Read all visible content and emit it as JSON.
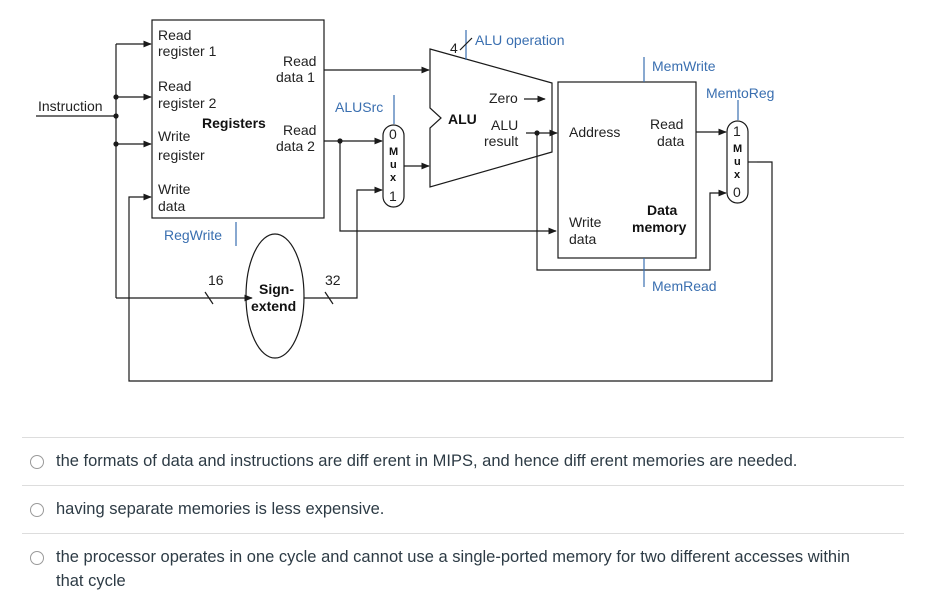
{
  "diagram": {
    "instruction": "Instruction",
    "read_register_1_a": "Read",
    "read_register_1_b": "register 1",
    "read_register_2_a": "Read",
    "read_register_2_b": "register 2",
    "write_register_a": "Write",
    "write_register_b": "register",
    "write_data_a": "Write",
    "write_data_b": "data",
    "registers": "Registers",
    "read_data_1_a": "Read",
    "read_data_1_b": "data 1",
    "read_data_2_a": "Read",
    "read_data_2_b": "data 2",
    "regwrite": "RegWrite",
    "sign_extend_a": "Sign-",
    "sign_extend_b": "extend",
    "width_in": "16",
    "width_out": "32",
    "alusrc": "ALUSrc",
    "mux_top": "0",
    "mux_bottom": "1",
    "mux_letters": [
      "M",
      "u",
      "x"
    ],
    "alu_operation_width": "4",
    "alu_operation": "ALU operation",
    "alu": "ALU",
    "zero": "Zero",
    "alu_result_a": "ALU",
    "alu_result_b": "result",
    "memwrite": "MemWrite",
    "memtoreg": "MemtoReg",
    "address": "Address",
    "mem_read_data_a": "Read",
    "mem_read_data_b": "data",
    "mem_write_data_a": "Write",
    "mem_write_data_b": "data",
    "data_memory_a": "Data",
    "data_memory_b": "memory",
    "memread": "MemRead",
    "mux2_top": "1",
    "mux2_bottom": "0"
  },
  "options": [
    {
      "text": "the formats of data and instructions are diff erent in MIPS, and hence diff erent memories are needed."
    },
    {
      "text": "having separate memories is less expensive."
    },
    {
      "text": "the processor operates in one cycle and cannot use a single-ported memory for two different accesses within"
    },
    {
      "text": "that cycle"
    }
  ],
  "colors": {
    "control": "#3a6fb0",
    "line": "#1a1a1a",
    "text": "#2d3b45"
  }
}
